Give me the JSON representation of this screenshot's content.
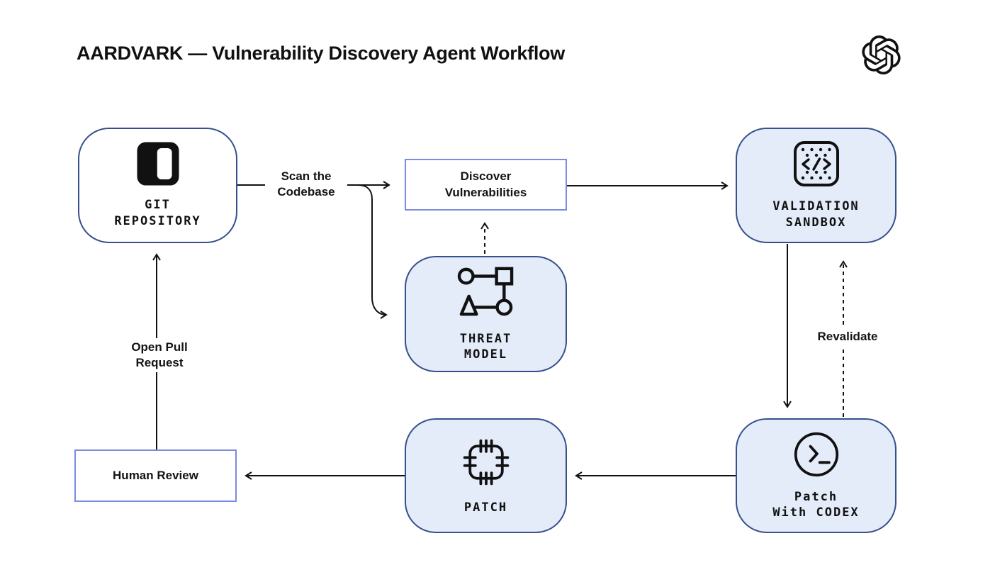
{
  "header": {
    "title": "AARDVARK — Vulnerability Discovery Agent Workflow",
    "logo_icon": "openai-logo"
  },
  "nodes": {
    "git_repository": {
      "label": "GIT\nREPOSITORY",
      "icon": "repository-icon",
      "shape": "rounded",
      "fill": "#ffffff"
    },
    "threat_model": {
      "label": "THREAT\nMODEL",
      "icon": "threat-model-icon",
      "shape": "rounded",
      "fill": "#e4ebf9"
    },
    "validation_sandbox": {
      "label": "VALIDATION\nSANDBOX",
      "icon": "sandbox-code-icon",
      "shape": "rounded",
      "fill": "#e4ebf9"
    },
    "patch_with_codex": {
      "label": "Patch\nWith CODEX",
      "icon": "terminal-icon",
      "shape": "rounded",
      "fill": "#e4ebf9"
    },
    "patch": {
      "label": "PATCH",
      "icon": "patch-icon",
      "shape": "rounded",
      "fill": "#e4ebf9"
    },
    "discover_vulnerabilities": {
      "label": "Discover\nVulnerabilities",
      "shape": "rectangle",
      "fill": "#ffffff"
    },
    "human_review": {
      "label": "Human Review",
      "shape": "rectangle",
      "fill": "#ffffff"
    }
  },
  "edge_labels": {
    "scan_codebase": "Scan the\nCodebase",
    "open_pull_request": "Open Pull\nRequest",
    "revalidate": "Revalidate"
  },
  "colors": {
    "background": "#ffffff",
    "node_border": "#35508c",
    "node_fill": "#e4ebf9",
    "rect_border": "#7b8ce0",
    "ink": "#111111"
  }
}
